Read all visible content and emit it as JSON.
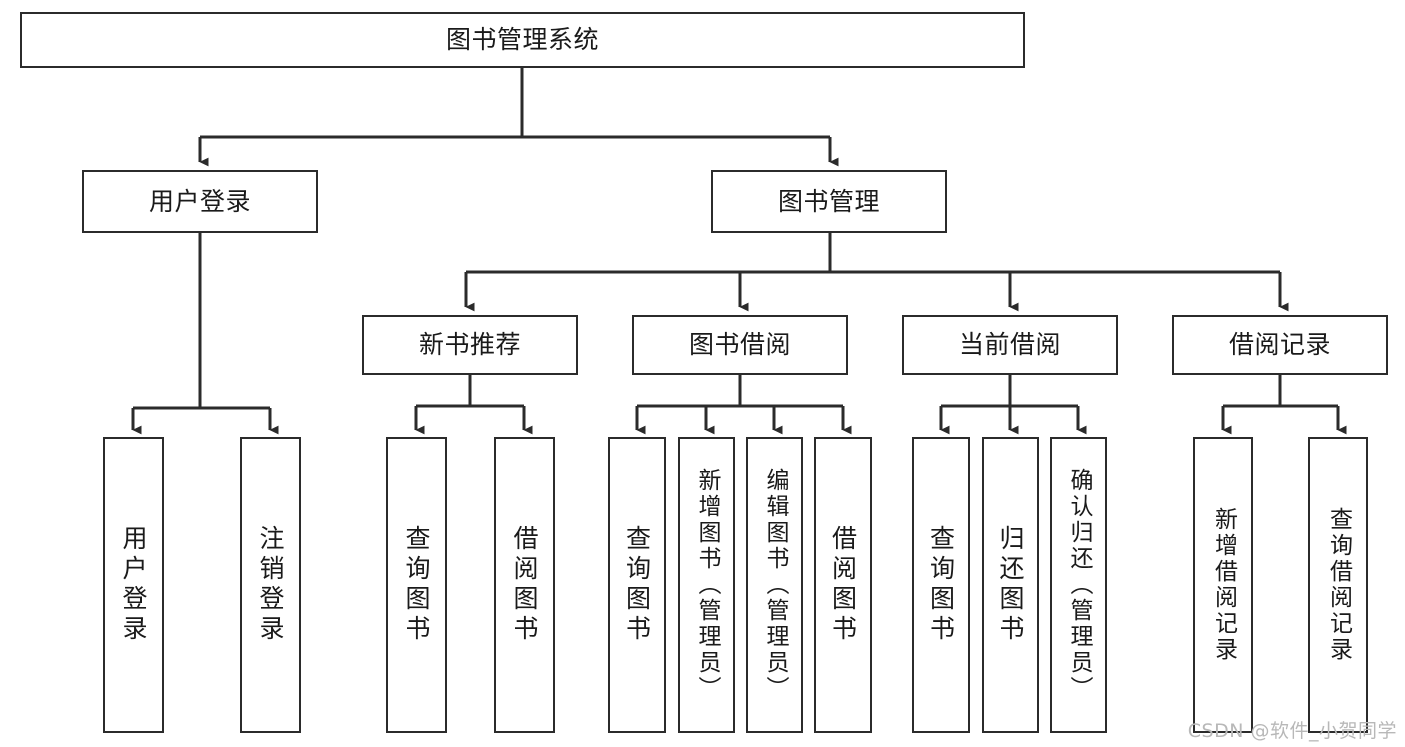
{
  "diagram": {
    "title": "图书管理系统",
    "type": "tree-hierarchy",
    "watermark": "CSDN @软件_小贺同学",
    "colors": {
      "stroke": "#2b2b2b",
      "fill": "#ffffff",
      "text": "#1a1a1a",
      "watermark": "#b8b8b8"
    },
    "nodes": {
      "root": {
        "label": "图书管理系统"
      },
      "level2": [
        {
          "id": "user-login",
          "label": "用户登录"
        },
        {
          "id": "book-manage",
          "label": "图书管理"
        }
      ],
      "level3": [
        {
          "id": "new-book-recommend",
          "label": "新书推荐"
        },
        {
          "id": "book-borrow",
          "label": "图书借阅"
        },
        {
          "id": "current-borrow",
          "label": "当前借阅"
        },
        {
          "id": "borrow-record",
          "label": "借阅记录"
        }
      ],
      "level4": [
        {
          "id": "leaf-user-login",
          "label": "用户登录",
          "parent": "user-login"
        },
        {
          "id": "leaf-logout-login",
          "label": "注销登录",
          "parent": "user-login"
        },
        {
          "id": "leaf-query-book-1",
          "label": "查询图书",
          "parent": "new-book-recommend"
        },
        {
          "id": "leaf-borrow-book-1",
          "label": "借阅图书",
          "parent": "new-book-recommend"
        },
        {
          "id": "leaf-query-book-2",
          "label": "查询图书",
          "parent": "book-borrow"
        },
        {
          "id": "leaf-add-book",
          "label": "新增图书（管理员）",
          "parent": "book-borrow"
        },
        {
          "id": "leaf-edit-book",
          "label": "编辑图书（管理员）",
          "parent": "book-borrow"
        },
        {
          "id": "leaf-borrow-book-2",
          "label": "借阅图书",
          "parent": "book-borrow"
        },
        {
          "id": "leaf-query-book-3",
          "label": "查询图书",
          "parent": "current-borrow"
        },
        {
          "id": "leaf-return-book",
          "label": "归还图书",
          "parent": "current-borrow"
        },
        {
          "id": "leaf-confirm-return",
          "label": "确认归还（管理员）",
          "parent": "current-borrow"
        },
        {
          "id": "leaf-add-record",
          "label": "新增借阅记录",
          "parent": "borrow-record"
        },
        {
          "id": "leaf-query-record",
          "label": "查询借阅记录",
          "parent": "borrow-record"
        }
      ]
    }
  }
}
